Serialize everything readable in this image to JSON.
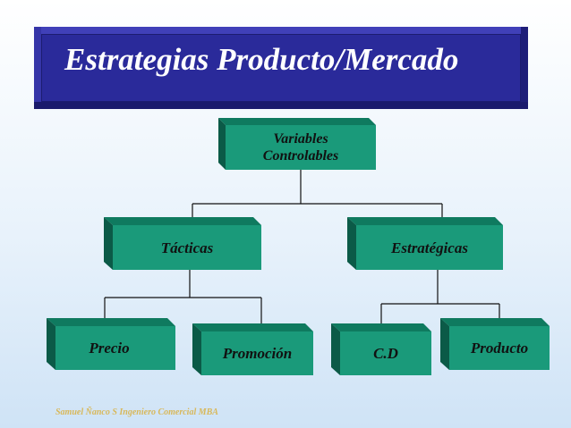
{
  "title": "Estrategias Producto/Mercado",
  "nodes": {
    "root": "Variables\nControlables",
    "tacticas": "Tácticas",
    "estrategicas": "Estratégicas",
    "precio": "Precio",
    "promocion": "Promoción",
    "cd": "C.D",
    "producto": "Producto"
  },
  "footer": "Samuel Ñanco S Ingeniero Comercial MBA",
  "colors": {
    "banner": "#2a2a9a",
    "box_front": "#1a9a7a",
    "box_top": "#0f7a5f",
    "box_side": "#0b5a47",
    "title_text": "#ffffff",
    "footer_text": "#d8b85a"
  }
}
